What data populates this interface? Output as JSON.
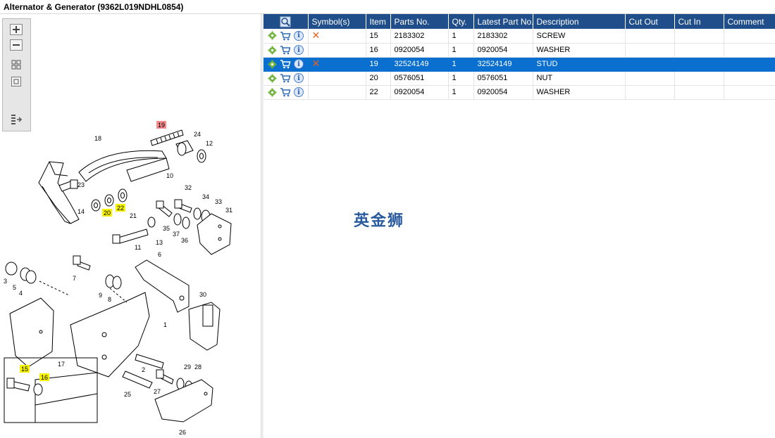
{
  "window": {
    "title": "Alternator & Generator (9362L019NDHL0854)"
  },
  "toolbox": {
    "icons": [
      "zoom-in-icon",
      "zoom-out-icon",
      "fit-all-icon",
      "fit-window-icon",
      "export-list-icon"
    ]
  },
  "diagram": {
    "callouts": [
      "19",
      "24",
      "12",
      "18",
      "10",
      "23",
      "32",
      "34",
      "33",
      "31",
      "20",
      "22",
      "21",
      "35",
      "37",
      "36",
      "14",
      "11",
      "13",
      "6",
      "7",
      "9",
      "8",
      "3",
      "5",
      "4",
      "30",
      "1",
      "17",
      "2",
      "29",
      "28",
      "27",
      "25",
      "26",
      "15",
      "16"
    ],
    "highlight_red": [
      "19"
    ],
    "highlight_yellow": [
      "20",
      "22",
      "15",
      "16"
    ],
    "colors": {
      "red_highlight": "#f28b8b",
      "yellow_highlight": "#f7f200"
    }
  },
  "table": {
    "headers": [
      "",
      "Symbol(s)",
      "Item",
      "Parts No.",
      "Qty.",
      "Latest Part No.",
      "Description",
      "Cut Out",
      "Cut In",
      "Comment"
    ],
    "rows": [
      {
        "symbol": "cross",
        "item": "15",
        "part_no": "2183302",
        "qty": "1",
        "latest_part_no": "2183302",
        "description": "SCREW",
        "cut_out": "",
        "cut_in": "",
        "comment": ""
      },
      {
        "symbol": "",
        "item": "16",
        "part_no": "0920054",
        "qty": "1",
        "latest_part_no": "0920054",
        "description": "WASHER",
        "cut_out": "",
        "cut_in": "",
        "comment": ""
      },
      {
        "symbol": "cross",
        "item": "19",
        "part_no": "32524149",
        "qty": "1",
        "latest_part_no": "32524149",
        "description": "STUD",
        "cut_out": "",
        "cut_in": "",
        "comment": "",
        "selected": true
      },
      {
        "symbol": "",
        "item": "20",
        "part_no": "0576051",
        "qty": "1",
        "latest_part_no": "0576051",
        "description": "NUT",
        "cut_out": "",
        "cut_in": "",
        "comment": ""
      },
      {
        "symbol": "",
        "item": "22",
        "part_no": "0920054",
        "qty": "1",
        "latest_part_no": "0920054",
        "description": "WASHER",
        "cut_out": "",
        "cut_in": "",
        "comment": ""
      }
    ],
    "row_icons": [
      "gear-icon",
      "cart-icon",
      "info-icon"
    ],
    "colors": {
      "header_bg": "#1f4e8a",
      "selected_bg": "#0a6fcf",
      "cross": "#e8631c"
    }
  },
  "watermark": {
    "text": "英金狮"
  }
}
